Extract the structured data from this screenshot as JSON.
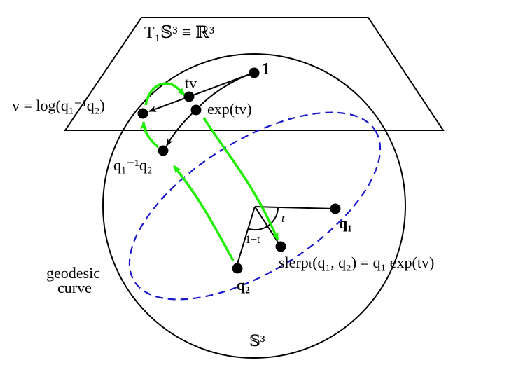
{
  "labels": {
    "tangent_space": "T₁𝕊³ ≡ ℝ³",
    "identity": "1",
    "tv": "tv",
    "v_log": "v = log(q₁⁻¹q₂)",
    "exp_tv": "exp(tv)",
    "q1inv_q2": "q₁⁻¹q₂",
    "q1": "q₁",
    "q2": "q₂",
    "t": "t",
    "one_minus_t": "1−t",
    "slerp": "slerpₜ(q₁, q₂) = q₁ exp(tv)",
    "geodesic_line1": "geodesic",
    "geodesic_line2": "curve",
    "sphere": "𝕊³"
  },
  "colors": {
    "green_arrow": "#22ee00",
    "geodesic": "#1a1acc",
    "ink": "#000000"
  }
}
